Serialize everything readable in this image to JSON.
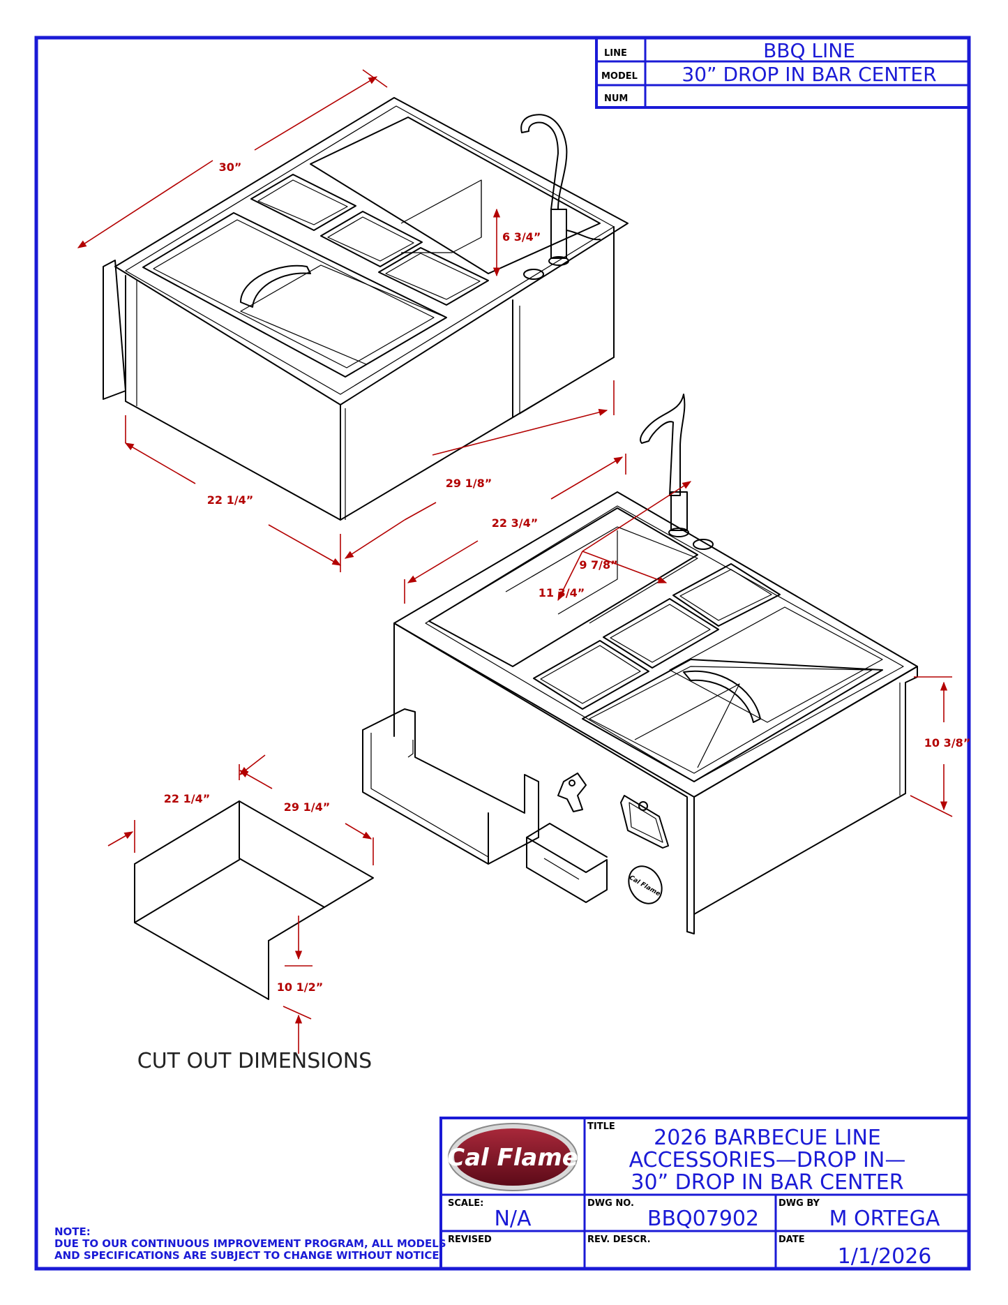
{
  "header": {
    "line_label": "LINE",
    "line_value": "BBQ LINE",
    "model_label": "MODEL",
    "model_value": "30” DROP IN BAR CENTER",
    "num_label": "NUM",
    "num_value": ""
  },
  "dimensions": {
    "top_width": "30”",
    "faucet_height": "6 3/4”",
    "depth_left": "22 1/4”",
    "length_right": "29 1/8”",
    "front_depth": "22 3/4”",
    "sink_width": "9 7/8”",
    "sink_length": "11 3/4”",
    "unit_height": "10 3/8”",
    "cutout_depth": "22 1/4”",
    "cutout_width": "29 1/4”",
    "cutout_height": "10 1/2”"
  },
  "cutout_caption": "CUT OUT DIMENSIONS",
  "logo_text": "Cal Flame",
  "badge_text": "Cal Flame",
  "title_block": {
    "title_label": "TITLE",
    "title_lines": [
      "2026 BARBECUE LINE",
      "ACCESSORIES—DROP IN—",
      "30” DROP IN BAR CENTER"
    ],
    "scale_label": "SCALE:",
    "scale_value": "N/A",
    "dwg_no_label": "DWG NO.",
    "dwg_no_value": "BBQ07902",
    "dwg_by_label": "DWG BY",
    "dwg_by_value": "M ORTEGA",
    "revised_label": "REVISED",
    "rev_descr_label": "REV. DESCR.",
    "date_label": "DATE",
    "date_value": "1/1/2026"
  },
  "note": {
    "heading": "NOTE:",
    "line1": "DUE TO OUR CONTINUOUS IMPROVEMENT PROGRAM, ALL MODELS",
    "line2": "AND SPECIFICATIONS ARE SUBJECT TO CHANGE WITHOUT NOTICE."
  },
  "colors": {
    "frame": "#1a1ad6",
    "dimension": "#b30000",
    "logo": "#7a1020"
  }
}
